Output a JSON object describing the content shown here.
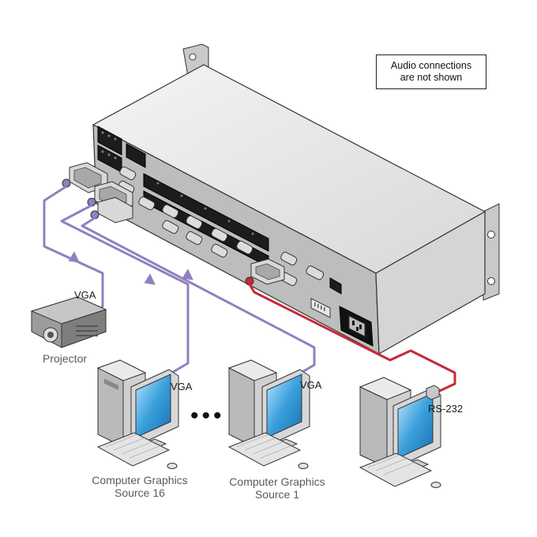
{
  "note": {
    "line1": "Audio connections",
    "line2": "are not shown"
  },
  "labels": {
    "vga_projector": "VGA",
    "projector": "Projector",
    "vga_source16": "VGA",
    "vga_source1": "VGA",
    "rs232": "RS-232",
    "source16_line1": "Computer Graphics",
    "source16_line2": "Source 16",
    "source1_line1": "Computer Graphics",
    "source1_line2": "Source 1",
    "ellipsis": "•••"
  },
  "colors": {
    "vga_cable": "#9080c0",
    "rs232_cable": "#c8283a",
    "device_body": "#e6e6e6",
    "device_dark": "#9a9a9a",
    "screen": "#3aa0dc",
    "terminal": "#1c1c1c"
  }
}
